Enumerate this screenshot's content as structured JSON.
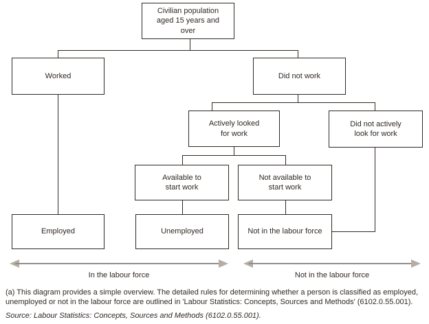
{
  "diagram": {
    "nodes": {
      "civilian": "Civilian population\naged 15 years and\nover",
      "worked": "Worked",
      "did_not_work": "Did not work",
      "actively_looked": "Actively looked\nfor work",
      "did_not_actively": "Did not actively\nlook for work",
      "available": "Available to\nstart work",
      "not_available": "Not available to\nstart work",
      "employed": "Employed",
      "unemployed": "Unemployed",
      "not_in_labour_force": "Not in the labour force"
    },
    "axis_labels": {
      "in_labour_force": "In the labour force",
      "not_in_labour_force": "Not in the labour force"
    },
    "colors": {
      "line": "#2e2722",
      "arrow_shaft": "#8e8e8e",
      "arrow_head": "#b5ada3"
    }
  },
  "footnote": "(a) This diagram provides a simple overview. The detailed rules for determining whether a person is classified as employed, unemployed or not in the labour force are outlined in 'Labour Statistics: Concepts, Sources and Methods' (6102.0.55.001).",
  "source": "Source: Labour Statistics: Concepts, Sources and Methods (6102.0.55.001)."
}
